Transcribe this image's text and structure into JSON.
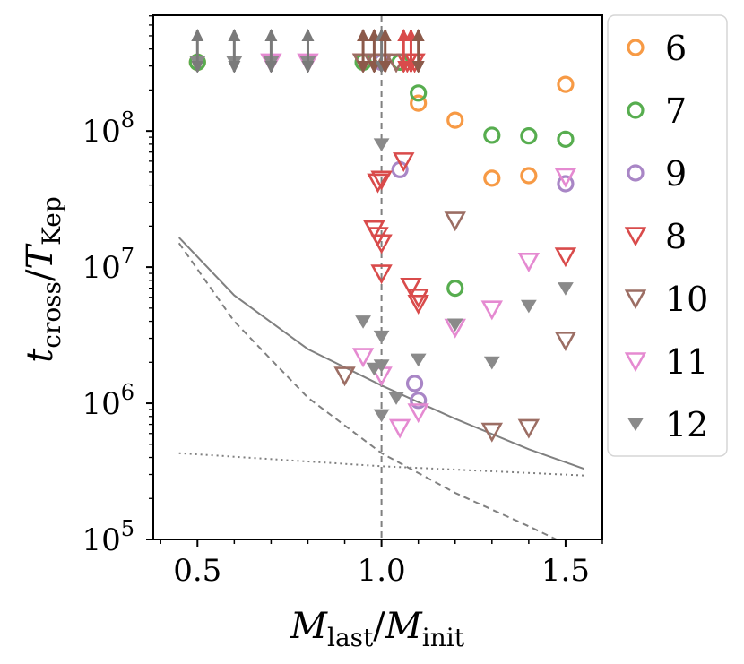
{
  "chart_data": {
    "type": "scatter",
    "xlabel": {
      "base1": "M",
      "sub1": "last",
      "slash": "/",
      "base2": "M",
      "sub2": "init"
    },
    "ylabel": {
      "base1": "t",
      "sub1": "cross",
      "slash": "/",
      "base2": "T",
      "sub2": "Kep"
    },
    "xlim": [
      0.38,
      1.6
    ],
    "ylim_log10": [
      5,
      8.85
    ],
    "y_scale": "log",
    "x_ticks": [
      {
        "value": 0.5,
        "label": "0.5"
      },
      {
        "value": 1.0,
        "label": "1.0"
      },
      {
        "value": 1.5,
        "label": "1.5"
      }
    ],
    "y_ticks": [
      {
        "exp": 5,
        "base": "10",
        "power": "5"
      },
      {
        "exp": 6,
        "base": "10",
        "power": "6"
      },
      {
        "exp": 7,
        "base": "10",
        "power": "7"
      },
      {
        "exp": 8,
        "base": "10",
        "power": "8"
      }
    ],
    "legend_position": "outside-right",
    "series": [
      {
        "name": "6",
        "marker": "circle",
        "color": "#f79a45",
        "points": [
          [
            0.5,
            320000000.0
          ],
          [
            1.1,
            160000000.0
          ],
          [
            1.2,
            120000000.0
          ],
          [
            1.3,
            45000000.0
          ],
          [
            1.4,
            47000000.0
          ],
          [
            1.5,
            220000000.0
          ]
        ]
      },
      {
        "name": "7",
        "marker": "circle",
        "color": "#57ad4f",
        "points": [
          [
            0.5,
            320000000.0
          ],
          [
            0.95,
            320000000.0
          ],
          [
            1.0,
            320000000.0
          ],
          [
            1.05,
            320000000.0
          ],
          [
            1.1,
            190000000.0
          ],
          [
            1.2,
            7000000.0
          ],
          [
            1.3,
            93000000.0
          ],
          [
            1.4,
            92000000.0
          ],
          [
            1.5,
            87000000.0
          ]
        ]
      },
      {
        "name": "9",
        "marker": "circle",
        "color": "#a986c6",
        "points": [
          [
            1.0,
            320000000.0
          ],
          [
            1.05,
            52000000.0
          ],
          [
            1.09,
            1400000.0
          ],
          [
            1.1,
            1050000.0
          ],
          [
            1.5,
            41000000.0
          ]
        ]
      },
      {
        "name": "8",
        "marker": "triangle-down",
        "color": "#d94b4b",
        "points": [
          [
            0.95,
            320000000.0
          ],
          [
            1.0,
            320000000.0
          ],
          [
            1.07,
            320000000.0
          ],
          [
            1.09,
            320000000.0
          ],
          [
            0.98,
            19000000.0
          ],
          [
            0.99,
            17000000.0
          ],
          [
            1.0,
            15000000.0
          ],
          [
            1.0,
            9000000.0
          ],
          [
            0.99,
            42000000.0
          ],
          [
            1.0,
            44000000.0
          ],
          [
            1.06,
            60000000.0
          ],
          [
            1.08,
            7200000.0
          ],
          [
            1.1,
            6000000.0
          ],
          [
            1.1,
            5400000.0
          ],
          [
            1.5,
            12000000.0
          ]
        ]
      },
      {
        "name": "10",
        "marker": "triangle-down",
        "color": "#9c6e64",
        "points": [
          [
            0.95,
            320000000.0
          ],
          [
            0.98,
            320000000.0
          ],
          [
            1.0,
            320000000.0
          ],
          [
            1.04,
            320000000.0
          ],
          [
            0.9,
            1600000.0
          ],
          [
            1.2,
            22000000.0
          ],
          [
            1.3,
            620000.0
          ],
          [
            1.4,
            660000.0
          ],
          [
            1.5,
            2900000.0
          ]
        ]
      },
      {
        "name": "11",
        "marker": "triangle-down",
        "color": "#e58ad1",
        "points": [
          [
            0.7,
            320000000.0
          ],
          [
            0.8,
            320000000.0
          ],
          [
            0.95,
            2200000.0
          ],
          [
            1.0,
            1600000.0
          ],
          [
            1.05,
            660000.0
          ],
          [
            1.1,
            860000.0
          ],
          [
            1.2,
            3600000.0
          ],
          [
            1.3,
            4900000.0
          ],
          [
            1.4,
            11000000.0
          ],
          [
            1.5,
            46000000.0
          ]
        ]
      },
      {
        "name": "12",
        "marker": "triangle-down-filled",
        "color": "#8a8a8a",
        "points": [
          [
            0.5,
            320000000.0
          ],
          [
            0.6,
            320000000.0
          ],
          [
            0.7,
            320000000.0
          ],
          [
            0.8,
            320000000.0
          ],
          [
            0.95,
            4000000.0
          ],
          [
            0.98,
            1800000.0
          ],
          [
            1.0,
            80000000.0
          ],
          [
            1.0,
            1900000.0
          ],
          [
            1.0,
            3100000.0
          ],
          [
            1.0,
            820000.0
          ],
          [
            1.04,
            1100000.0
          ],
          [
            1.1,
            2100000.0
          ],
          [
            1.2,
            3800000.0
          ],
          [
            1.3,
            2000000.0
          ],
          [
            1.4,
            5200000.0
          ],
          [
            1.5,
            7000000.0
          ]
        ]
      }
    ],
    "upper_limit_arrows": [
      {
        "x": 0.5,
        "color": "#7a7a7a"
      },
      {
        "x": 0.6,
        "color": "#7a7a7a"
      },
      {
        "x": 0.7,
        "color": "#7a7a7a"
      },
      {
        "x": 0.8,
        "color": "#7a7a7a"
      },
      {
        "x": 0.95,
        "color": "#8c5a4a"
      },
      {
        "x": 0.98,
        "color": "#8c5a4a"
      },
      {
        "x": 1.0,
        "color": "#7a7a7a"
      },
      {
        "x": 1.01,
        "color": "#8c5a4a"
      },
      {
        "x": 1.06,
        "color": "#d94b4b"
      },
      {
        "x": 1.08,
        "color": "#d94b4b"
      },
      {
        "x": 1.1,
        "color": "#8c5a4a"
      }
    ],
    "reference_lines": [
      {
        "style": "solid",
        "points": [
          [
            0.45,
            16500000.0
          ],
          [
            0.6,
            6200000.0
          ],
          [
            0.8,
            2500000.0
          ],
          [
            1.0,
            1350000.0
          ],
          [
            1.2,
            770000.0
          ],
          [
            1.4,
            460000.0
          ],
          [
            1.55,
            330000.0
          ]
        ]
      },
      {
        "style": "dashed",
        "points": [
          [
            0.45,
            15000000.0
          ],
          [
            0.6,
            4000000.0
          ],
          [
            0.8,
            1100000.0
          ],
          [
            1.0,
            430000.0
          ],
          [
            1.2,
            220000.0
          ],
          [
            1.4,
            125000.0
          ],
          [
            1.55,
            80000.0
          ]
        ]
      },
      {
        "style": "dotted",
        "points": [
          [
            0.45,
            430000.0
          ],
          [
            1.0,
            345000.0
          ],
          [
            1.55,
            295000.0
          ]
        ]
      }
    ],
    "vertical_line": {
      "x": 1.0,
      "style": "dashed"
    }
  }
}
